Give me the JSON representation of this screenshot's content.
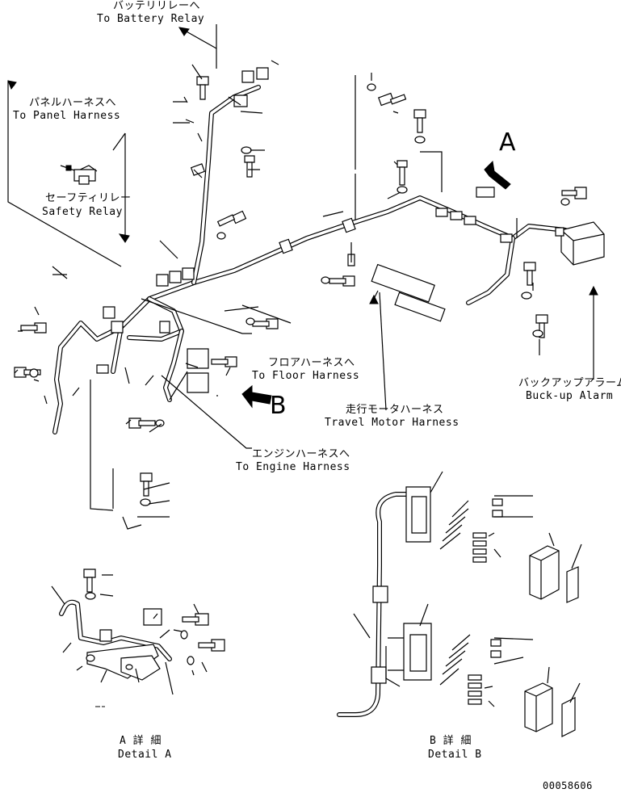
{
  "labels": {
    "battery_relay": {
      "jp": "バッテリリレーへ",
      "en": "To Battery Relay"
    },
    "panel_harness": {
      "jp": "パネルハーネスへ",
      "en": "To Panel Harness"
    },
    "safety_relay": {
      "jp": "セーフティリレー",
      "en": "Safety Relay"
    },
    "floor_harness": {
      "jp": "フロアハーネスへ",
      "en": "To Floor Harness"
    },
    "engine_harness": {
      "jp": "エンジンハーネスへ",
      "en": "To Engine Harness"
    },
    "travel_motor_harness": {
      "jp": "走行モータハーネス",
      "en": "Travel Motor Harness"
    },
    "backup_alarm": {
      "jp": "バックアップアラーム",
      "en": "Buck-up Alarm"
    },
    "detail_a": {
      "jp": "A 詳 細",
      "en": "Detail A"
    },
    "detail_b": {
      "jp": "B 詳 細",
      "en": "Detail B"
    }
  },
  "markers": {
    "a": "A",
    "b": "B"
  },
  "drawing_number": "00058606",
  "icons": [
    "bolt-icon",
    "washer-icon",
    "clamp-icon",
    "connector-icon",
    "relay-icon",
    "alarm-icon",
    "arrow-icon"
  ]
}
